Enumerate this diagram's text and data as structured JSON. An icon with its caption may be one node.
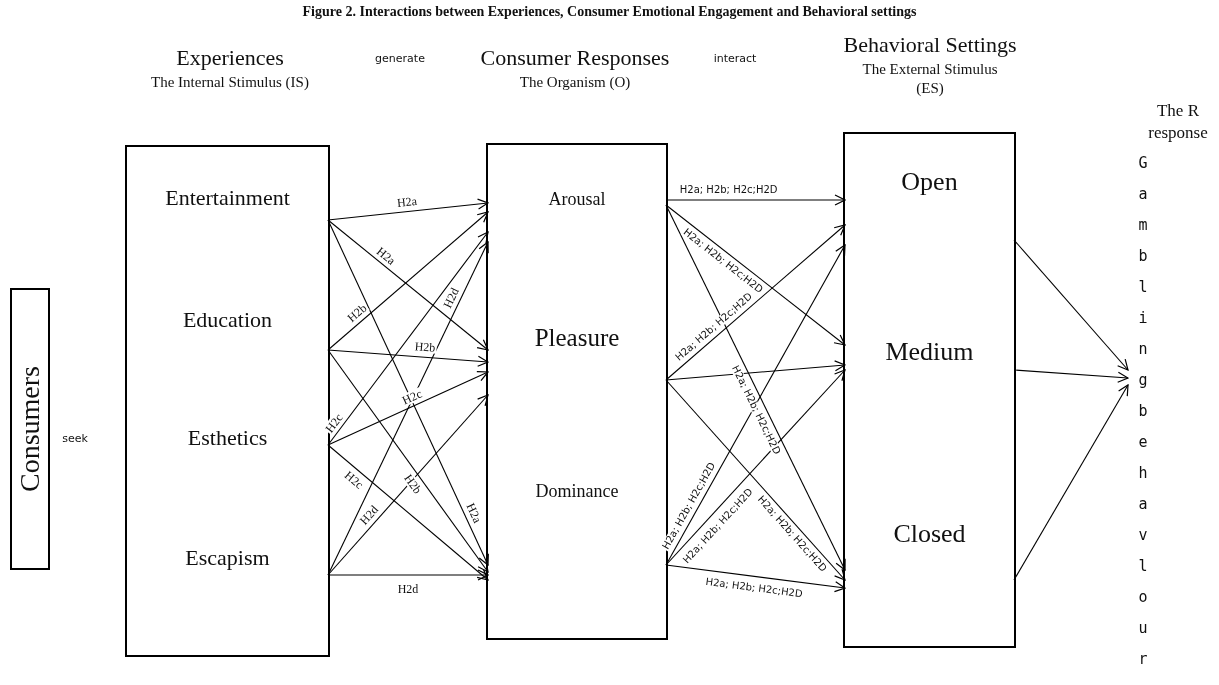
{
  "diagram": {
    "title": "Figure 2. Interactions between Experiences, Consumer Emotional Engagement and Behavioral settings",
    "nodes": [
      {
        "text": [
          "Consumers"
        ]
      },
      {
        "text": [
          "Experiences",
          "The Internal Stimulus (IS)"
        ]
      },
      {
        "text": [
          "Entertainment"
        ],
        "in": 1
      },
      {
        "text": [
          "Education"
        ],
        "in": 1
      },
      {
        "text": [
          "Esthetics"
        ],
        "in": 1
      },
      {
        "text": [
          "Escapism"
        ],
        "in": 1
      },
      {
        "text": [
          "Consumer Responses",
          "The Organism (O)"
        ]
      },
      {
        "text": [
          "Arousal"
        ],
        "in": 6
      },
      {
        "text": [
          "Pleasure"
        ],
        "in": 6
      },
      {
        "text": [
          "Dominance"
        ],
        "in": 6
      },
      {
        "text": [
          "Behavioral Settings",
          "The External Stimulus (ES)"
        ]
      },
      {
        "text": [
          "Open"
        ],
        "in": 10
      },
      {
        "text": [
          "Medium"
        ],
        "in": 10
      },
      {
        "text": [
          "Closed"
        ],
        "in": 10
      },
      {
        "text": [
          "Gamblingbehavlour"
        ]
      }
    ],
    "edges": [
      {
        "from": 2,
        "to": 7,
        "arrow": "to",
        "label": "H2a"
      },
      {
        "from": 2,
        "to": 8,
        "arrow": "to",
        "label": "H2a"
      },
      {
        "from": 2,
        "to": 9,
        "arrow": "to",
        "label": "H2a"
      },
      {
        "from": 3,
        "to": 7,
        "arrow": "to",
        "label": "H2b"
      },
      {
        "from": 3,
        "to": 8,
        "arrow": "to",
        "label": "H2b"
      },
      {
        "from": 3,
        "to": 9,
        "arrow": "to",
        "label": "H2b"
      },
      {
        "from": 4,
        "to": 7,
        "arrow": "to",
        "label": "H2c"
      },
      {
        "from": 4,
        "to": 8,
        "arrow": "to",
        "label": "H2c"
      },
      {
        "from": 4,
        "to": 9,
        "arrow": "to",
        "label": "H2c"
      },
      {
        "from": 5,
        "to": 7,
        "arrow": "to",
        "label": "H2d"
      },
      {
        "from": 5,
        "to": 8,
        "arrow": "to",
        "label": "H2d"
      },
      {
        "from": 5,
        "to": 9,
        "arrow": "to",
        "label": "H2d"
      },
      {
        "from": 7,
        "to": 11,
        "arrow": "to",
        "label": "H2a; H2b; H2c;H2D"
      },
      {
        "from": 7,
        "to": 12,
        "arrow": "to",
        "label": "H2a; H2b; H2c;H2D"
      },
      {
        "from": 7,
        "to": 13,
        "arrow": "to",
        "label": "H2a; H2b; H2c;H2D"
      },
      {
        "from": 8,
        "to": 11,
        "arrow": "to",
        "label": "H2a; H2b; H2c;H2D"
      },
      {
        "from": 8,
        "to": 12,
        "arrow": "to"
      },
      {
        "from": 8,
        "to": 13,
        "arrow": "to",
        "label": "H2a; H2b; H2c;H2D"
      },
      {
        "from": 9,
        "to": 11,
        "arrow": "to",
        "label": "H2a; H2b; H2c;H2D"
      },
      {
        "from": 9,
        "to": 12,
        "arrow": "to",
        "label": "H2a; H2b; H2c;H2D"
      },
      {
        "from": 9,
        "to": 13,
        "arrow": "to",
        "label": "H2a; H2b; H2c;H2D"
      },
      {
        "from": 11,
        "to": 14,
        "arrow": "to"
      },
      {
        "from": 12,
        "to": 14,
        "arrow": "to"
      },
      {
        "from": 13,
        "to": 14,
        "arrow": "to"
      }
    ],
    "labels": [
      "generate",
      "interact",
      "The R response",
      "seek"
    ]
  }
}
